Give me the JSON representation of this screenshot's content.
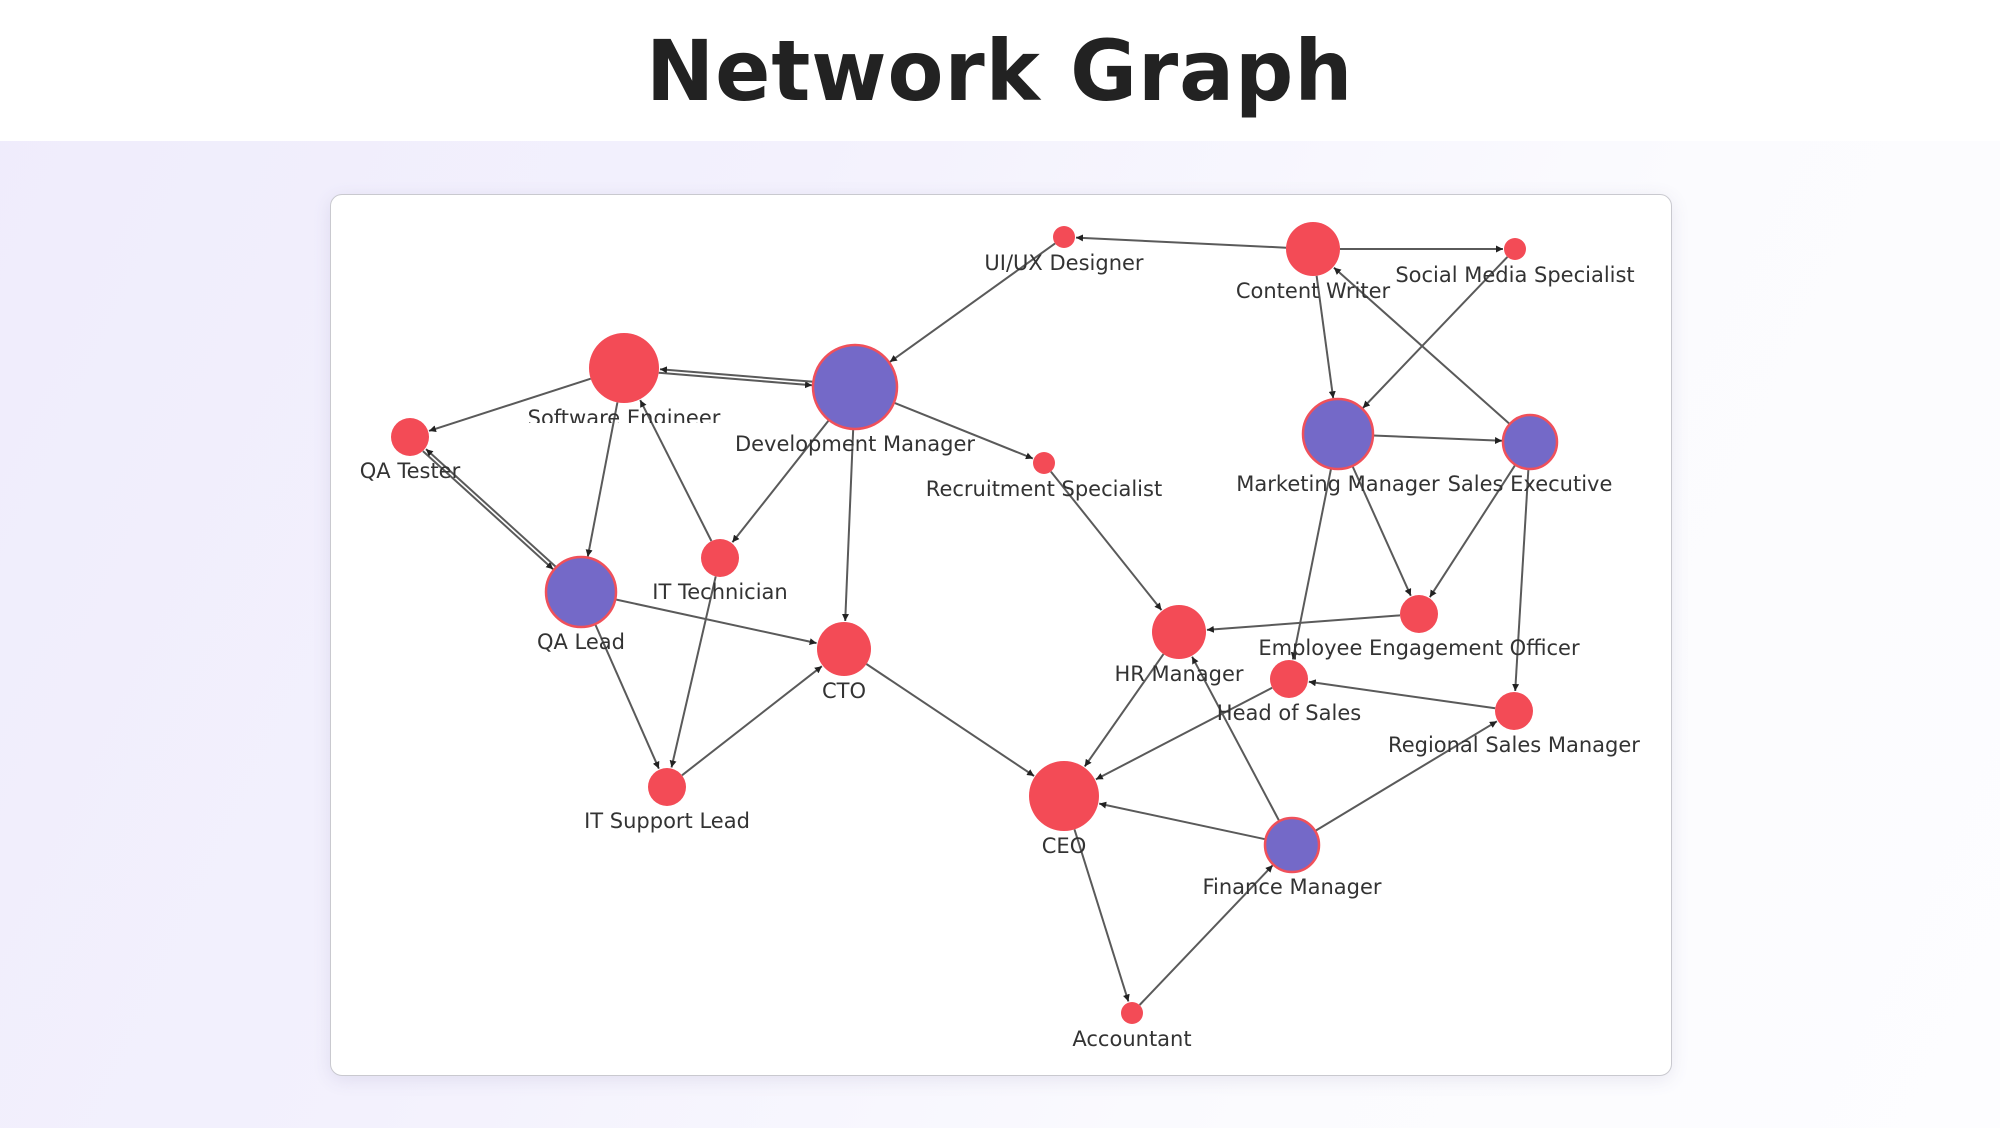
{
  "header": {
    "title": "Network Graph"
  },
  "colors": {
    "default_node": "#f34b56",
    "highlight_node": "#7469c8",
    "highlight_border": "#f0505a",
    "edge": "#5a5a5a",
    "arrow": "#222222"
  },
  "chart_data": {
    "type": "network",
    "title": "Network Graph",
    "directed": true,
    "nodes": [
      {
        "id": "ui_ux_designer",
        "label": "UI/UX Designer",
        "group": "default",
        "size": "small"
      },
      {
        "id": "content_writer",
        "label": "Content Writer",
        "group": "default",
        "size": "large"
      },
      {
        "id": "social_media_specialist",
        "label": "Social Media Specialist",
        "group": "default",
        "size": "small"
      },
      {
        "id": "software_engineer",
        "label": "Software Engineer",
        "group": "default",
        "size": "xlarge"
      },
      {
        "id": "development_manager",
        "label": "Development Manager",
        "group": "highlight",
        "size": "xxlarge"
      },
      {
        "id": "qa_tester",
        "label": "QA Tester",
        "group": "default",
        "size": "medium"
      },
      {
        "id": "marketing_manager",
        "label": "Marketing Manager",
        "group": "highlight",
        "size": "xlarge"
      },
      {
        "id": "sales_executive",
        "label": "Sales Executive",
        "group": "highlight",
        "size": "large"
      },
      {
        "id": "recruitment_specialist",
        "label": "Recruitment Specialist",
        "group": "default",
        "size": "small"
      },
      {
        "id": "it_technician",
        "label": "IT Technician",
        "group": "default",
        "size": "medium"
      },
      {
        "id": "qa_lead",
        "label": "QA Lead",
        "group": "highlight",
        "size": "xlarge"
      },
      {
        "id": "cto",
        "label": "CTO",
        "group": "default",
        "size": "large"
      },
      {
        "id": "hr_manager",
        "label": "HR Manager",
        "group": "default",
        "size": "large"
      },
      {
        "id": "employee_engagement_officer",
        "label": "Employee Engagement Officer",
        "group": "default",
        "size": "medium"
      },
      {
        "id": "head_of_sales",
        "label": "Head of Sales",
        "group": "default",
        "size": "medium"
      },
      {
        "id": "regional_sales_manager",
        "label": "Regional Sales Manager",
        "group": "default",
        "size": "medium"
      },
      {
        "id": "it_support_lead",
        "label": "IT Support Lead",
        "group": "default",
        "size": "medium"
      },
      {
        "id": "ceo",
        "label": "CEO",
        "group": "default",
        "size": "xlarge"
      },
      {
        "id": "finance_manager",
        "label": "Finance Manager",
        "group": "highlight",
        "size": "large"
      },
      {
        "id": "accountant",
        "label": "Accountant",
        "group": "default",
        "size": "small"
      }
    ],
    "edges": [
      {
        "source": "content_writer",
        "target": "ui_ux_designer"
      },
      {
        "source": "content_writer",
        "target": "social_media_specialist"
      },
      {
        "source": "content_writer",
        "target": "marketing_manager"
      },
      {
        "source": "social_media_specialist",
        "target": "marketing_manager"
      },
      {
        "source": "sales_executive",
        "target": "content_writer"
      },
      {
        "source": "marketing_manager",
        "target": "sales_executive"
      },
      {
        "source": "ui_ux_designer",
        "target": "development_manager"
      },
      {
        "source": "software_engineer",
        "target": "development_manager"
      },
      {
        "source": "development_manager",
        "target": "software_engineer"
      },
      {
        "source": "software_engineer",
        "target": "qa_tester"
      },
      {
        "source": "software_engineer",
        "target": "qa_lead"
      },
      {
        "source": "development_manager",
        "target": "recruitment_specialist"
      },
      {
        "source": "development_manager",
        "target": "it_technician"
      },
      {
        "source": "development_manager",
        "target": "cto"
      },
      {
        "source": "qa_tester",
        "target": "qa_lead"
      },
      {
        "source": "qa_lead",
        "target": "qa_tester"
      },
      {
        "source": "it_technician",
        "target": "software_engineer"
      },
      {
        "source": "it_technician",
        "target": "it_support_lead"
      },
      {
        "source": "qa_lead",
        "target": "cto"
      },
      {
        "source": "qa_lead",
        "target": "it_support_lead"
      },
      {
        "source": "it_support_lead",
        "target": "cto"
      },
      {
        "source": "cto",
        "target": "ceo"
      },
      {
        "source": "recruitment_specialist",
        "target": "hr_manager"
      },
      {
        "source": "employee_engagement_officer",
        "target": "hr_manager"
      },
      {
        "source": "marketing_manager",
        "target": "employee_engagement_officer"
      },
      {
        "source": "sales_executive",
        "target": "employee_engagement_officer"
      },
      {
        "source": "marketing_manager",
        "target": "head_of_sales"
      },
      {
        "source": "sales_executive",
        "target": "regional_sales_manager"
      },
      {
        "source": "regional_sales_manager",
        "target": "head_of_sales"
      },
      {
        "source": "hr_manager",
        "target": "ceo"
      },
      {
        "source": "head_of_sales",
        "target": "ceo"
      },
      {
        "source": "finance_manager",
        "target": "ceo"
      },
      {
        "source": "finance_manager",
        "target": "hr_manager"
      },
      {
        "source": "finance_manager",
        "target": "regional_sales_manager"
      },
      {
        "source": "ceo",
        "target": "accountant"
      },
      {
        "source": "accountant",
        "target": "finance_manager"
      }
    ],
    "legend": null
  }
}
